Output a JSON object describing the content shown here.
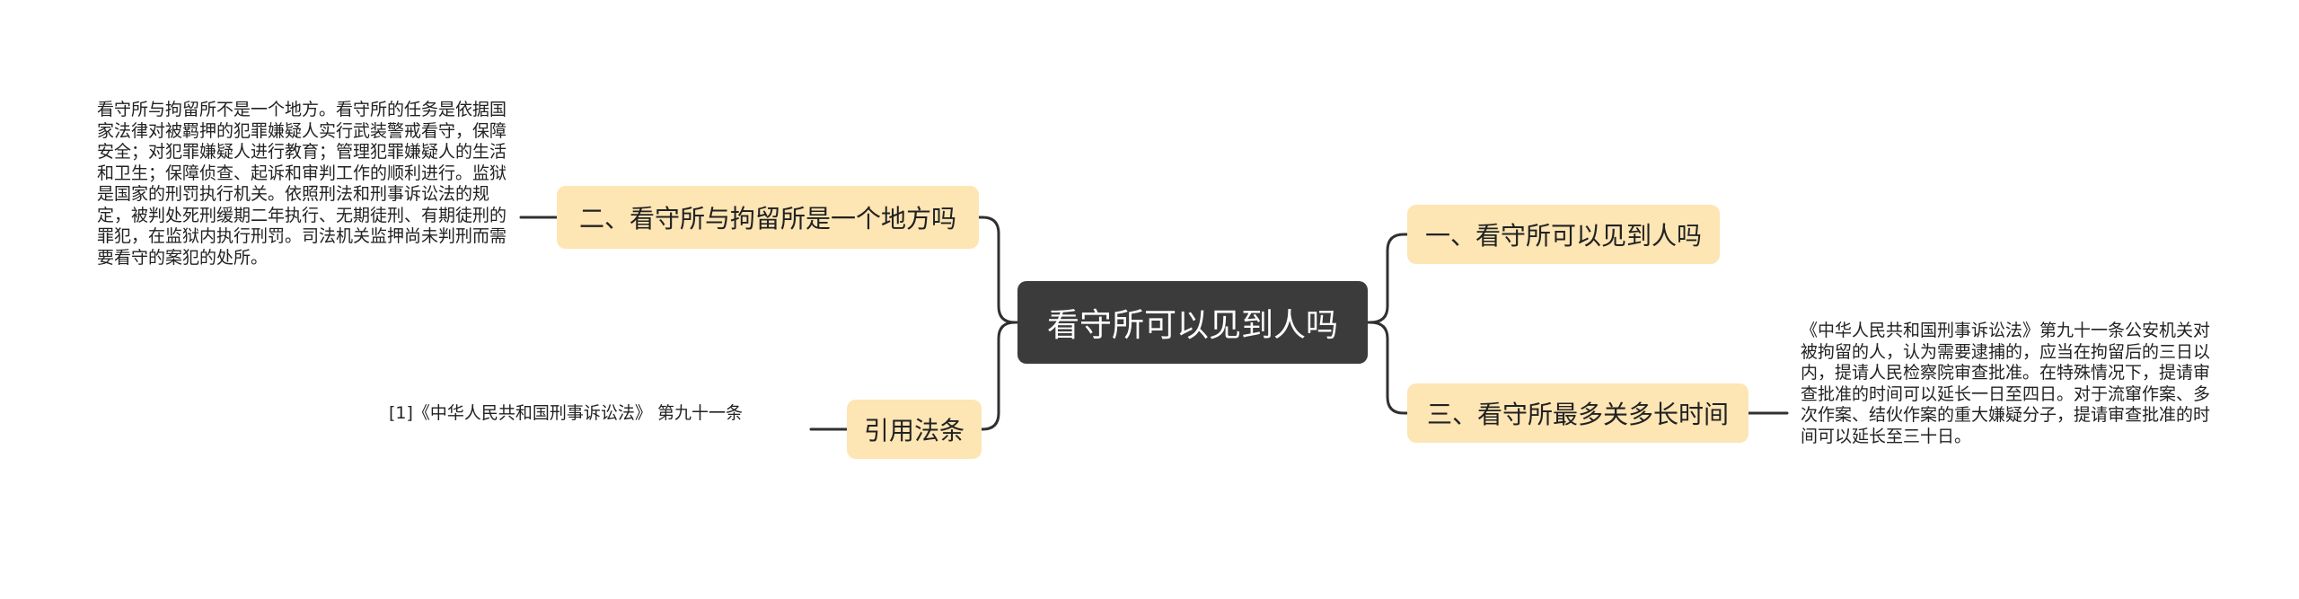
{
  "colors": {
    "root_bg": "#3b3b3b",
    "branch_bg": "#fde5b4",
    "line": "#303030"
  },
  "root": {
    "label": "看守所可以见到人吗"
  },
  "branches": {
    "b1": {
      "label": "一、看守所可以见到人吗"
    },
    "b2": {
      "label": "二、看守所与拘留所是一个地方吗"
    },
    "b3": {
      "label": "三、看守所最多关多长时间"
    },
    "ref": {
      "label": "引用法条"
    }
  },
  "leaves": {
    "b2_text": "看守所与拘留所不是一个地方。看守所的任务是依据国家法律对被羁押的犯罪嫌疑人实行武装警戒看守，保障安全；对犯罪嫌疑人进行教育；管理犯罪嫌疑人的生活和卫生；保障侦查、起诉和审判工作的顺利进行。监狱是国家的刑罚执行机关。依照刑法和刑事诉讼法的规定，被判处死刑缓期二年执行、无期徒刑、有期徒刑的罪犯，在监狱内执行刑罚。司法机关监押尚未判刑而需要看守的案犯的处所。",
    "b3_text": "《中华人民共和国刑事诉讼法》第九十一条公安机关对被拘留的人，认为需要逮捕的，应当在拘留后的三日以内，提请人民检察院审查批准。在特殊情况下，提请审查批准的时间可以延长一日至四日。对于流窜作案、多次作案、结伙作案的重大嫌疑分子，提请审查批准的时间可以延长至三十日。",
    "ref_text": "[1]《中华人民共和国刑事诉讼法》 第九十一条"
  }
}
